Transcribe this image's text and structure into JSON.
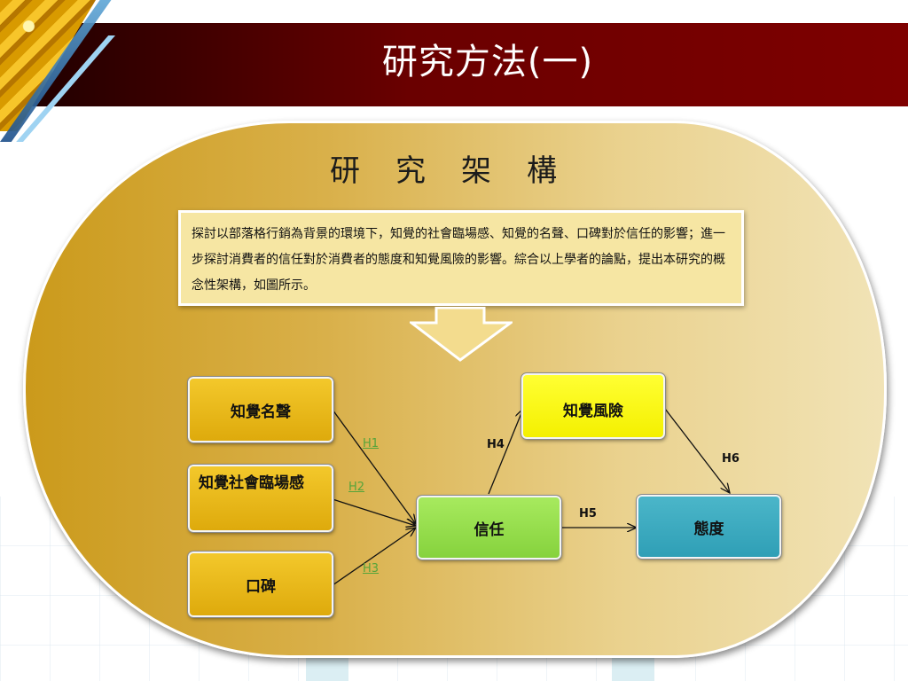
{
  "slide": {
    "title": "研究方法(一)",
    "panel_title": "研究架構",
    "description": "探討以部落格行銷為背景的環境下，知覺的社會臨場感、知覺的名聲、口碑對於信任的影響；進一步探討消費者的信任對於消費者的態度和知覺風險的影響。綜合以上學者的論點，提出本研究的概念性架構，如圖所示。"
  },
  "nodes": {
    "reputation": "知覺名聲",
    "social_presence": "知覺社會臨場感",
    "wom": "口碑",
    "trust": "信任",
    "risk": "知覺風險",
    "attitude": "態度"
  },
  "hypotheses": {
    "h1": "H1",
    "h2": "H2",
    "h3": "H3",
    "h4": "H4",
    "h5": "H5",
    "h6": "H6"
  },
  "colors": {
    "banner": "#7e0000",
    "gold_node": "#e8b418",
    "risk_node": "#ffff00",
    "trust_node": "#96de4a",
    "attitude_node": "#3aabc0",
    "link": "#55a43a"
  },
  "icons": [
    "down-arrow-icon",
    "gold-bars-image"
  ]
}
